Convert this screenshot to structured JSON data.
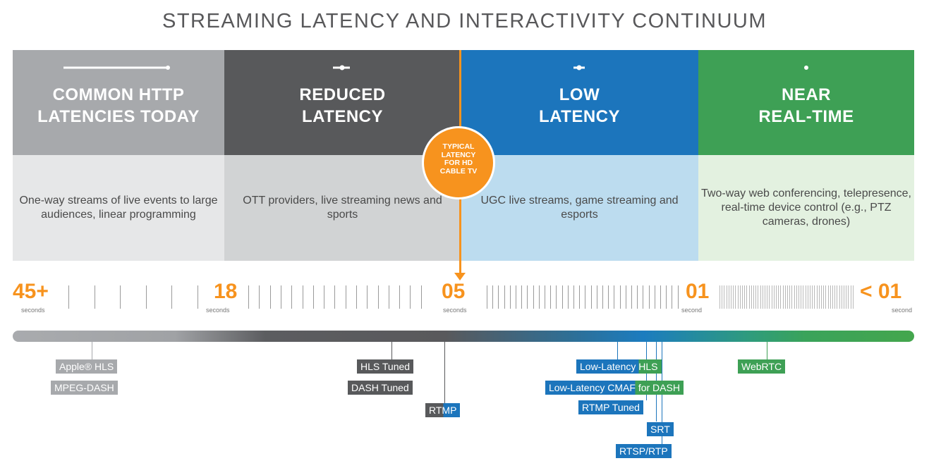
{
  "title": "STREAMING LATENCY AND INTERACTIVITY CONTINUUM",
  "columns": [
    {
      "heading_line1": "COMMON HTTP",
      "heading_line2": "LATENCIES TODAY",
      "description": "One-way streams of live events to large audiences, linear programming",
      "icon": "long-line-icon",
      "top_color": "#a7a9ac",
      "bottom_color": "#e6e7e8"
    },
    {
      "heading_line1": "REDUCED",
      "heading_line2": "LATENCY",
      "description": "OTT providers, live streaming news and sports",
      "icon": "short-line-icon",
      "top_color": "#58595b",
      "bottom_color": "#d1d3d4"
    },
    {
      "heading_line1": "LOW",
      "heading_line2": "LATENCY",
      "description": "UGC live streams, game streaming and esports",
      "icon": "tiny-line-icon",
      "top_color": "#1c75bc",
      "bottom_color": "#bcdcef"
    },
    {
      "heading_line1": "NEAR",
      "heading_line2": "REAL-TIME",
      "description": "Two-way web conferencing, telepresence, real-time device control (e.g., PTZ cameras, drones)",
      "icon": "dot-icon",
      "top_color": "#3ea055",
      "bottom_color": "#e3f1e0"
    }
  ],
  "callout": {
    "text": "TYPICAL LATENCY FOR HD CABLE TV",
    "color": "#f7931e"
  },
  "scale": [
    {
      "value": "45+",
      "unit": "seconds"
    },
    {
      "value": "18",
      "unit": "seconds"
    },
    {
      "value": "05",
      "unit": "seconds"
    },
    {
      "value": "01",
      "unit": "second"
    },
    {
      "value": "< 01",
      "unit": "second"
    }
  ],
  "protocols": [
    {
      "label": "Apple® HLS",
      "color": "#a7a9ac"
    },
    {
      "label": "MPEG-DASH",
      "color": "#a7a9ac"
    },
    {
      "label": "HLS Tuned",
      "color": "#58595b"
    },
    {
      "label": "DASH Tuned",
      "color": "#58595b"
    },
    {
      "label": "RTMP",
      "color_left": "#58595b",
      "color_right": "#1c75bc"
    },
    {
      "label": "Low-Latency HLS",
      "color_left": "#1c75bc",
      "color_right": "#3ea055"
    },
    {
      "label": "Low-Latency CMAF for DASH",
      "color_left": "#1c75bc",
      "color_right": "#3ea055"
    },
    {
      "label": "RTMP Tuned",
      "color": "#1c75bc"
    },
    {
      "label": "SRT",
      "color": "#1c75bc"
    },
    {
      "label": "RTSP/RTP",
      "color": "#1c75bc"
    },
    {
      "label": "WebRTC",
      "color": "#3ea055"
    }
  ]
}
